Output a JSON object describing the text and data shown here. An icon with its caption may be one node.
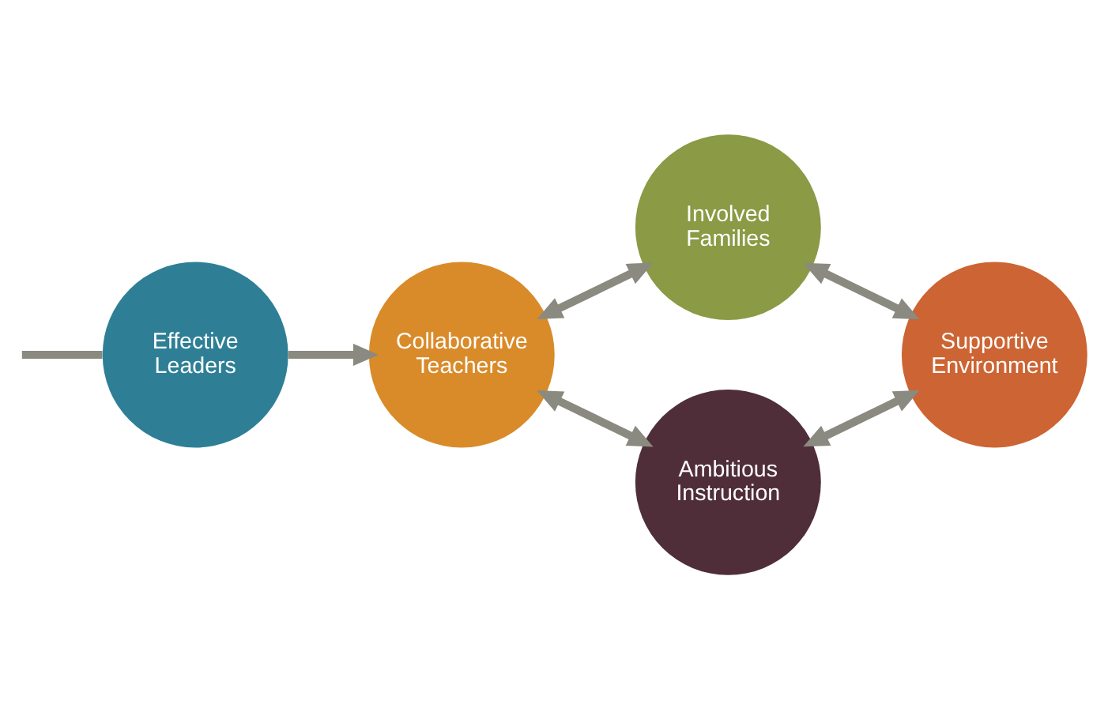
{
  "diagram": {
    "nodes": [
      {
        "text": [
          "Effective Leaders"
        ]
      },
      {
        "text": [
          "Collaborative Teachers"
        ]
      },
      {
        "text": [
          "Involved Families"
        ]
      },
      {
        "text": [
          "Supportive Environment"
        ]
      },
      {
        "text": [
          "Ambitious Instruction"
        ]
      }
    ],
    "edges": [
      {
        "from": null,
        "to": 0,
        "arrow": "none"
      },
      {
        "from": 0,
        "to": 1,
        "arrow": "to"
      },
      {
        "from": 1,
        "to": 2,
        "arrow": "both"
      },
      {
        "from": 2,
        "to": 3,
        "arrow": "both"
      },
      {
        "from": 3,
        "to": 4,
        "arrow": "both"
      },
      {
        "from": 4,
        "to": 1,
        "arrow": "both"
      }
    ]
  }
}
